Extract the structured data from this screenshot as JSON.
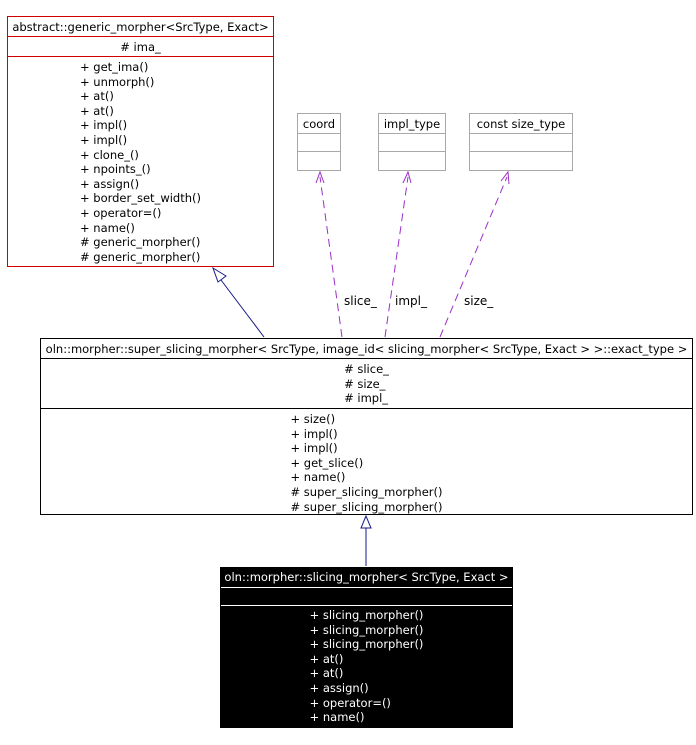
{
  "generic_morpher": {
    "title": "abstract::generic_morpher<SrcType, Exact>",
    "attributes": [
      "# ima_"
    ],
    "operations": [
      "+ get_ima()",
      "+ unmorph()",
      "+ at()",
      "+ at()",
      "+ impl()",
      "+ impl()",
      "+ clone_()",
      "+ npoints_()",
      "+ assign()",
      "+ border_set_width()",
      "+ operator=()",
      "+ name()",
      "# generic_morpher()",
      "# generic_morpher()"
    ],
    "border_color": "#d00000"
  },
  "template_params": [
    {
      "name": "coord"
    },
    {
      "name": "impl_type"
    },
    {
      "name": "const size_type"
    }
  ],
  "relation_labels": [
    "slice_",
    "impl_",
    "size_"
  ],
  "super_slicing_morpher": {
    "title": "oln::morpher::super_slicing_morpher< SrcType, image_id< slicing_morpher< SrcType, Exact > >::exact_type >",
    "attributes": [
      "# slice_",
      "# size_",
      "# impl_"
    ],
    "operations": [
      "+ size()",
      "+ impl()",
      "+ impl()",
      "+ get_slice()",
      "+ name()",
      "# super_slicing_morpher()",
      "# super_slicing_morpher()"
    ]
  },
  "slicing_morpher": {
    "title": "oln::morpher::slicing_morpher< SrcType, Exact >",
    "attributes": [],
    "operations": [
      "+ slicing_morpher()",
      "+ slicing_morpher()",
      "+ slicing_morpher()",
      "+ at()",
      "+ at()",
      "+ assign()",
      "+ operator=()",
      "+ name()"
    ],
    "background": "#000000"
  },
  "colors": {
    "usage_link": "#9a30c8",
    "inheritance_link": "#1a1a8a",
    "template_border": "#a8a8a8"
  }
}
